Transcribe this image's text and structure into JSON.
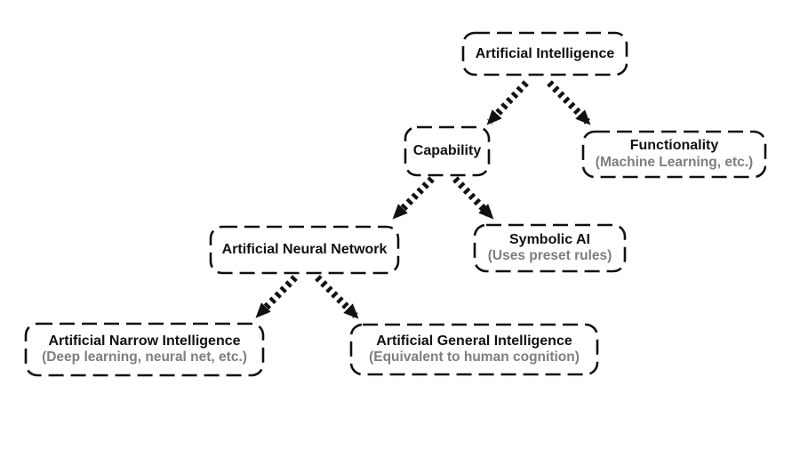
{
  "diagram": {
    "nodes": [
      {
        "id": "artificial-intelligence",
        "label": "Artificial Intelligence"
      },
      {
        "id": "capability",
        "label": "Capability"
      },
      {
        "id": "functionality",
        "label": "Functionality",
        "sublabel": "(Machine Learning, etc.)"
      },
      {
        "id": "artificial-neural-network",
        "label": "Artificial Neural Network"
      },
      {
        "id": "symbolic-ai",
        "label": "Symbolic AI",
        "sublabel": "(Uses preset rules)"
      },
      {
        "id": "artificial-narrow-intelligence",
        "label": "Artificial Narrow Intelligence",
        "sublabel": "(Deep learning, neural net, etc.)"
      },
      {
        "id": "artificial-general-intelligence",
        "label": "Artificial General Intelligence",
        "sublabel": "(Equivalent to human cognition)"
      }
    ],
    "edges": [
      {
        "from": "artificial-intelligence",
        "to": "capability"
      },
      {
        "from": "artificial-intelligence",
        "to": "functionality"
      },
      {
        "from": "capability",
        "to": "artificial-neural-network"
      },
      {
        "from": "capability",
        "to": "symbolic-ai"
      },
      {
        "from": "artificial-neural-network",
        "to": "artificial-narrow-intelligence"
      },
      {
        "from": "artificial-neural-network",
        "to": "artificial-general-intelligence"
      }
    ],
    "colors": {
      "background": "#ffffff",
      "node_border": "#111111",
      "label": "#111111",
      "sublabel": "#7e7e7e",
      "arrow": "#111111"
    }
  }
}
